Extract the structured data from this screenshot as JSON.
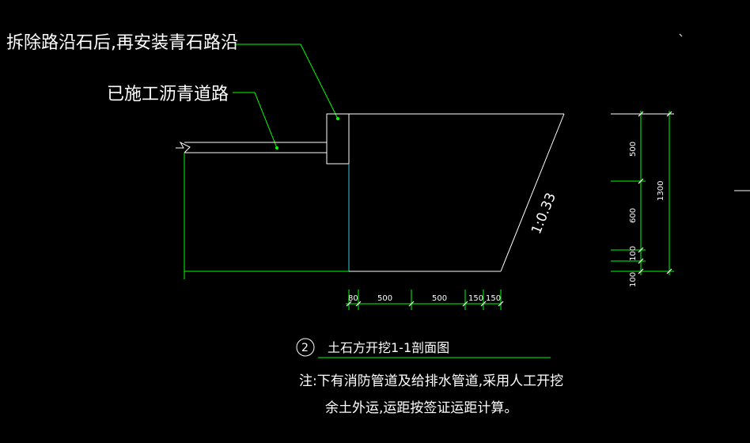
{
  "colors": {
    "background": "#000000",
    "outline_white": "#ffffff",
    "dimension_green": "#00ff00",
    "leader_green": "#00ff00",
    "cyan_edge": "#40c8e0"
  },
  "labels": {
    "curb_note": "拆除路沿石后,再安装青石路沿",
    "asphalt_note": "已施工沥青道路",
    "slope": "1:0.33"
  },
  "horizontal_dimensions": [
    "80",
    "500",
    "500",
    "150",
    "150"
  ],
  "vertical_dimensions": [
    "500",
    "600",
    "100",
    "100"
  ],
  "total_depth": "1300",
  "section": {
    "marker": "2",
    "title": "土石方开挖1-1剖面图"
  },
  "notes": {
    "line1": "注:下有消防管道及给排水管道,采用人工开挖",
    "line2": "余土外运,运距按签证运距计算。"
  }
}
